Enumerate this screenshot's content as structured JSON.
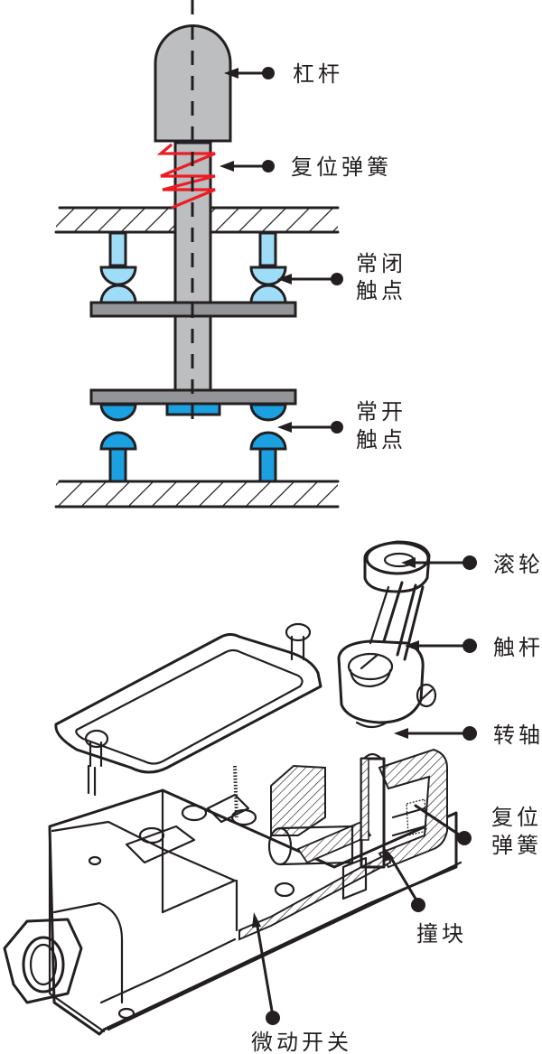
{
  "diagram_top": {
    "title": "",
    "labels": {
      "lever": "杠杆",
      "return_spring": "复位弹簧",
      "nc_contact_line1": "常闭",
      "nc_contact_line2": "触点",
      "no_contact_line1": "常开",
      "no_contact_line2": "触点"
    },
    "colors": {
      "lever_fill": "#bcbec0",
      "plate_fill": "#939598",
      "spring": "#ed1c24",
      "nc_contact": "#9fdcf8",
      "no_contact": "#1ba1e2",
      "line": "#231f20"
    }
  },
  "diagram_bottom": {
    "labels": {
      "roller": "滚轮",
      "contact_rod": "触杆",
      "shaft": "转轴",
      "return_spring_line1": "复位",
      "return_spring_line2": "弹簧",
      "striker": "撞块",
      "micro_switch": "微动开关"
    }
  }
}
